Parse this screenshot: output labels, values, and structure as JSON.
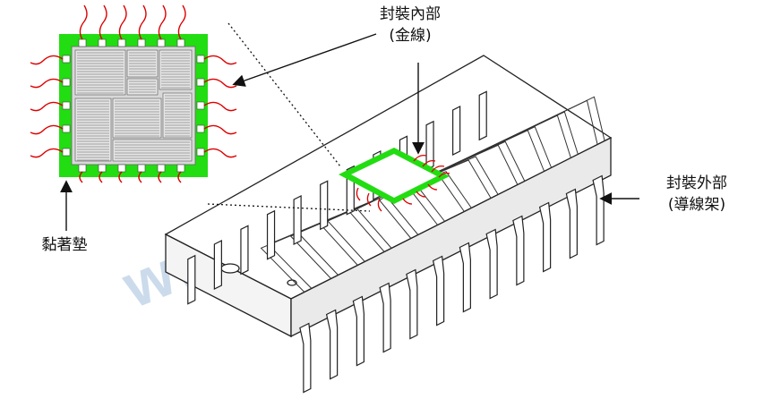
{
  "labels": {
    "inner": {
      "line1": "封裝內部",
      "line2": "(金線)"
    },
    "outer": {
      "line1": "封裝外部",
      "line2": "(導線架)"
    },
    "pad": "黏著墊"
  },
  "watermark": "www.anf...com",
  "colors": {
    "pad_green": "#22dd11",
    "wire_red": "#dd0000",
    "watermark": "#b9cfe6",
    "line": "#222222"
  }
}
